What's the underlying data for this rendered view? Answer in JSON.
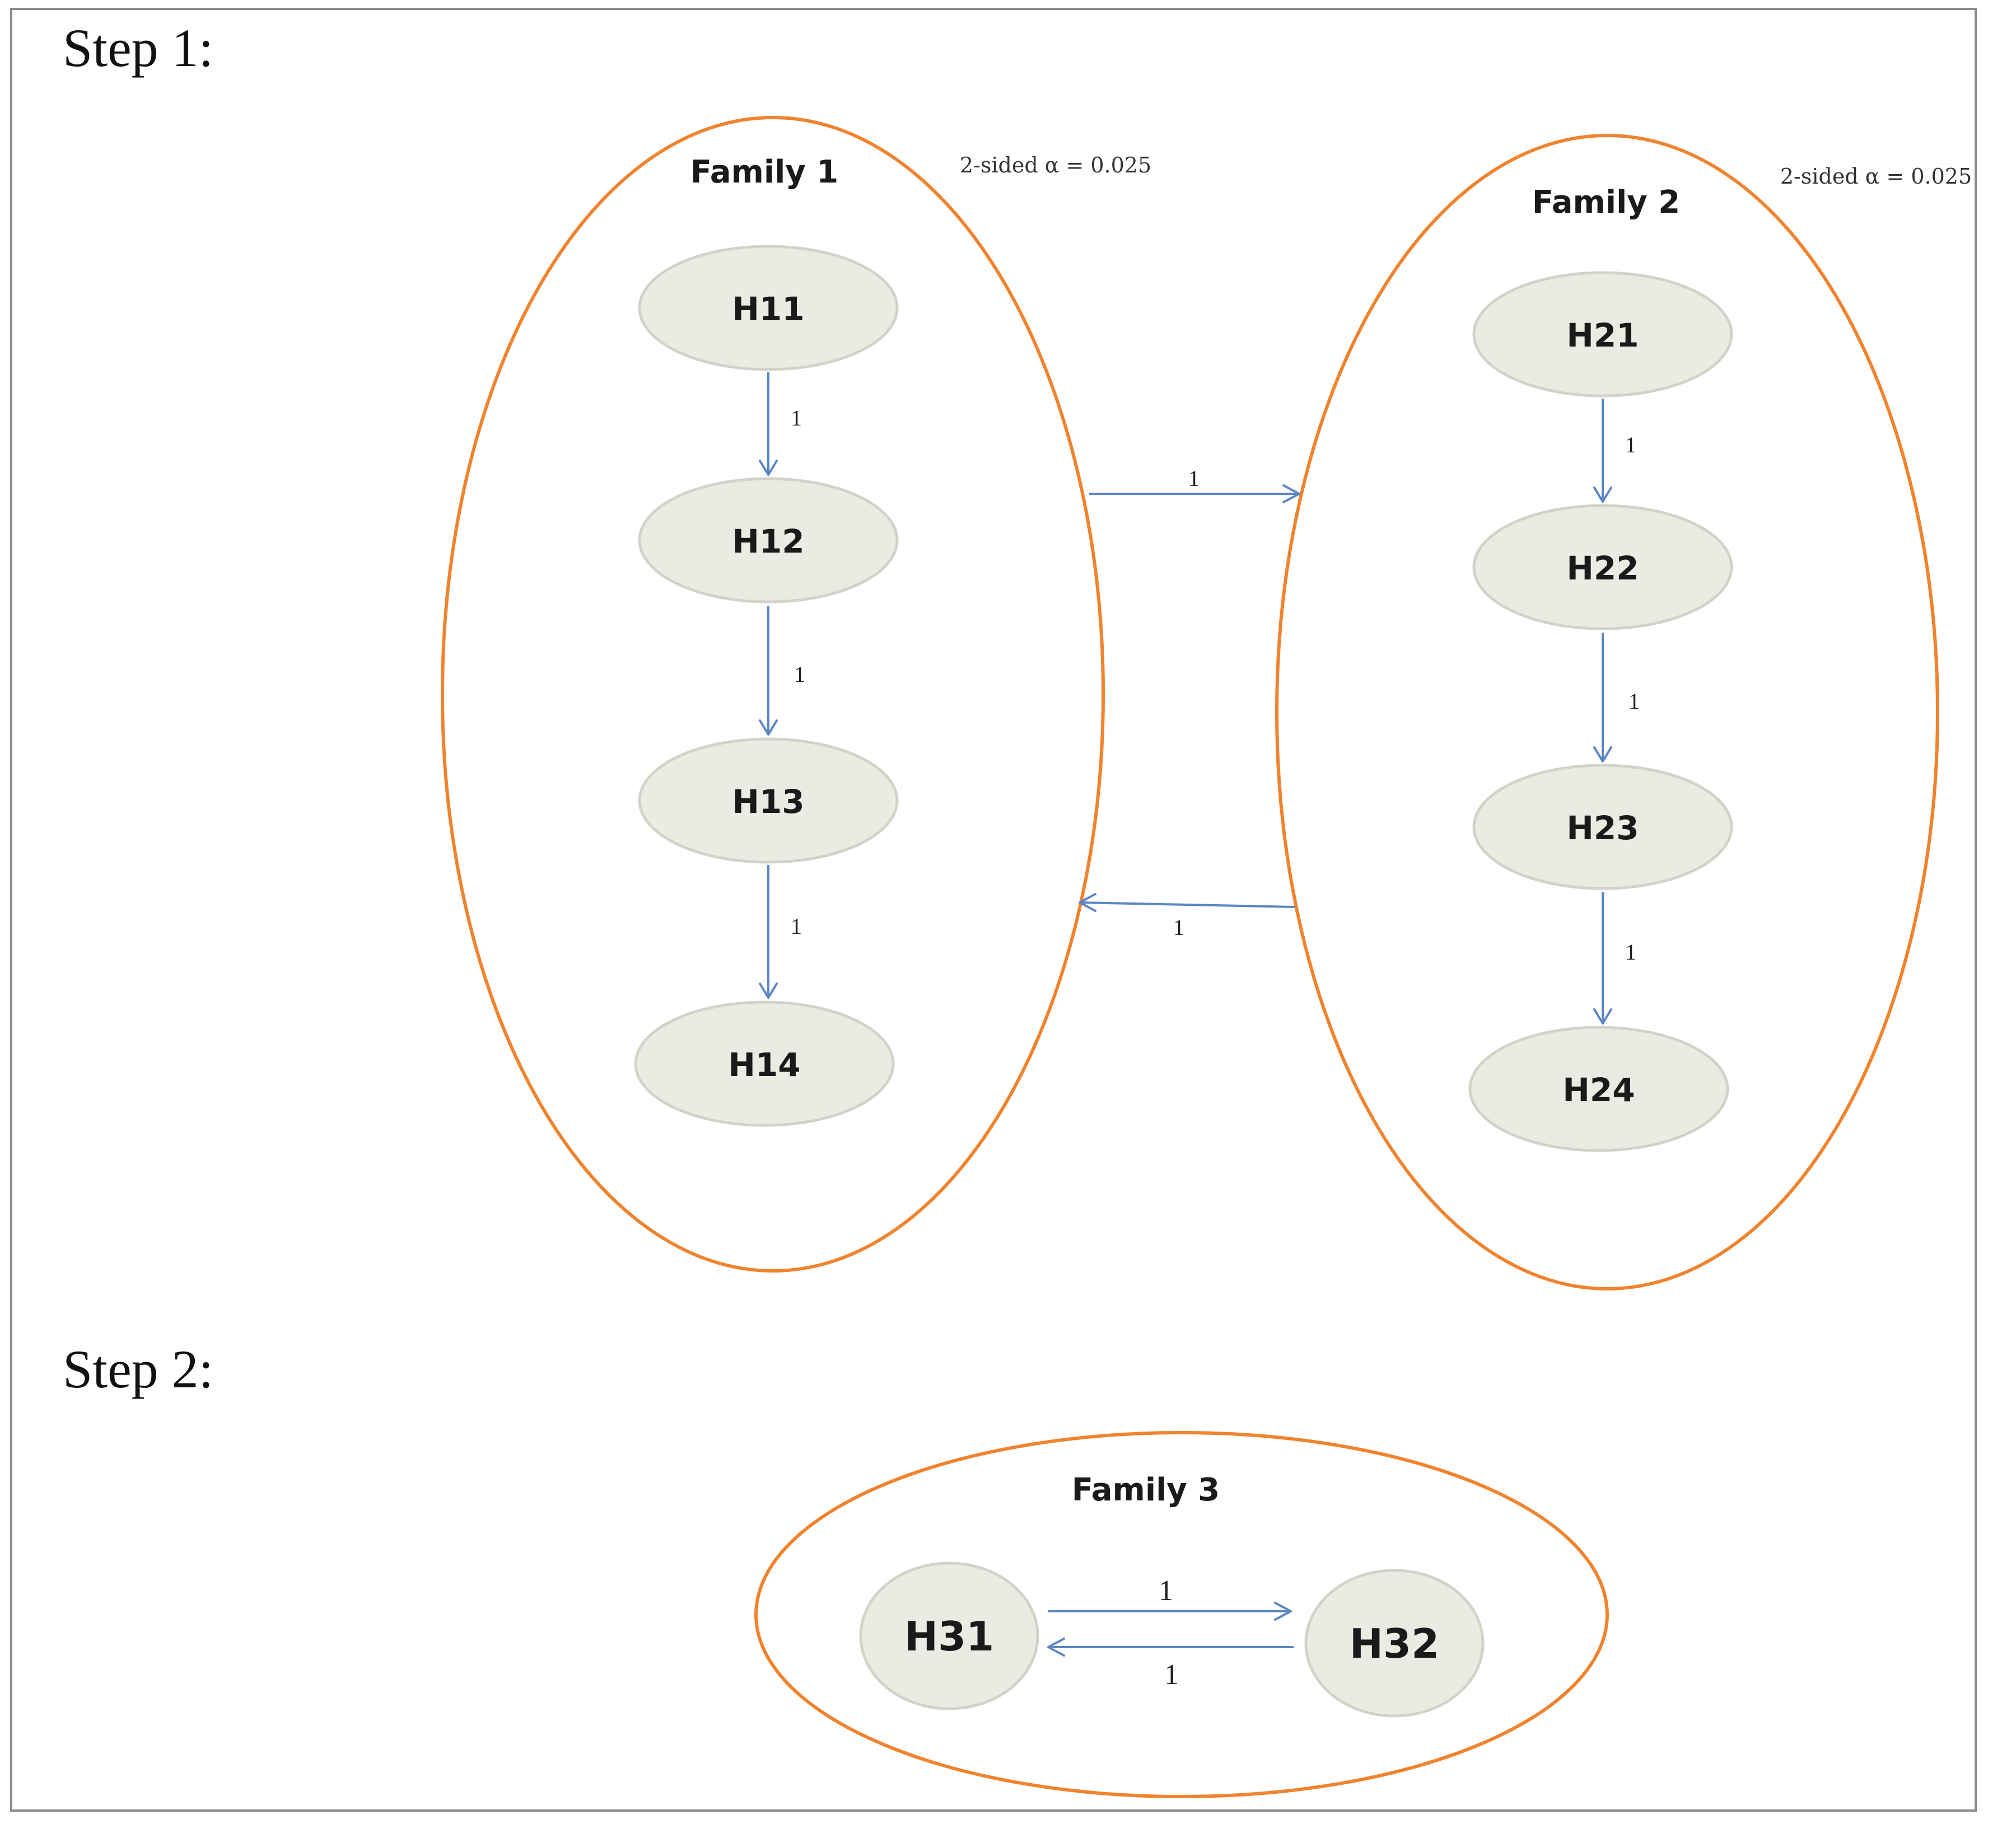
{
  "steps": [
    {
      "label": "Step 1:"
    },
    {
      "label": "Step 2:"
    }
  ],
  "families": [
    {
      "name": "Family 1",
      "alpha": "2-sided α = 0.025"
    },
    {
      "name": "Family 2",
      "alpha": "2-sided α = 0.025"
    },
    {
      "name": "Family 3"
    }
  ],
  "nodes": {
    "H11": "H11",
    "H12": "H12",
    "H13": "H13",
    "H14": "H14",
    "H21": "H21",
    "H22": "H22",
    "H23": "H23",
    "H24": "H24",
    "H31": "H31",
    "H32": "H32"
  },
  "edges": [
    {
      "from": "H11",
      "to": "H12",
      "weight": "1"
    },
    {
      "from": "H12",
      "to": "H13",
      "weight": "1"
    },
    {
      "from": "H13",
      "to": "H14",
      "weight": "1"
    },
    {
      "from": "H21",
      "to": "H22",
      "weight": "1"
    },
    {
      "from": "H22",
      "to": "H23",
      "weight": "1"
    },
    {
      "from": "H23",
      "to": "H24",
      "weight": "1"
    },
    {
      "from": "Family 1",
      "to": "Family 2",
      "weight": "1"
    },
    {
      "from": "Family 2",
      "to": "Family 1",
      "weight": "1"
    },
    {
      "from": "H31",
      "to": "H32",
      "weight": "1"
    },
    {
      "from": "H32",
      "to": "H31",
      "weight": "1"
    }
  ],
  "colors": {
    "family_border": "#f0832e",
    "node_fill": "#ecebe3",
    "edge": "#5b86c4"
  }
}
